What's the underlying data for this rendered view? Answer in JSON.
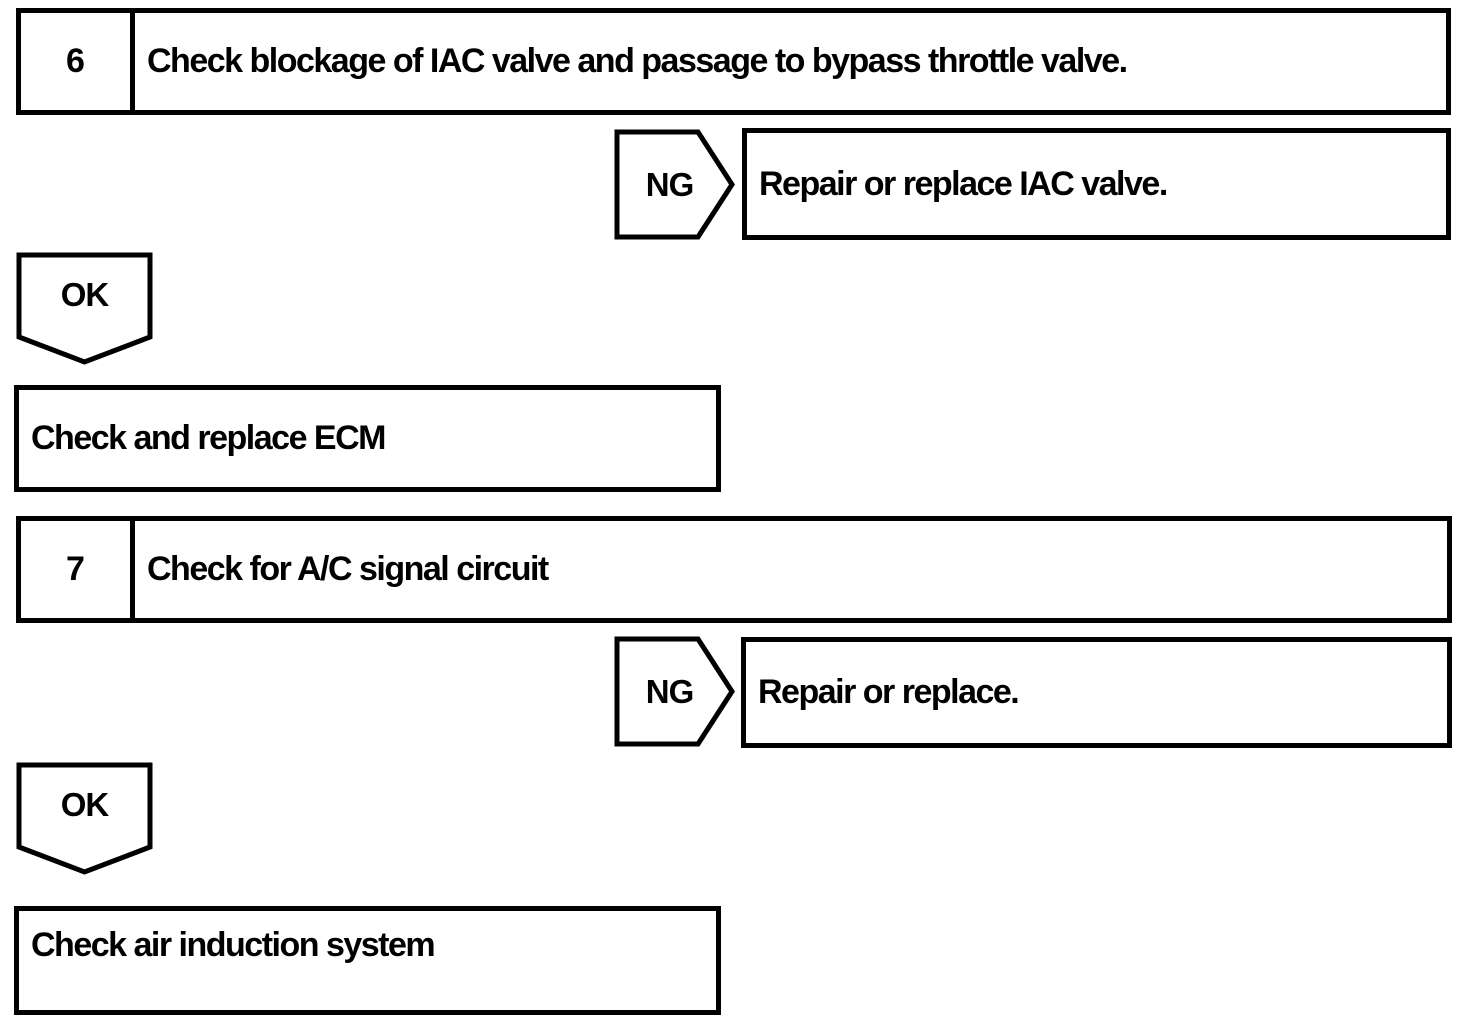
{
  "page": {
    "colors": {
      "ink": "#000000",
      "paper": "#ffffff"
    }
  },
  "nodes": {
    "step6": {
      "number": "6",
      "label": "Check blockage of IAC valve and passage to bypass throttle valve."
    },
    "ng1": {
      "label": "NG"
    },
    "ng1_action": {
      "label": "Repair or replace IAC valve."
    },
    "ok1": {
      "label": "OK"
    },
    "ok1_action": {
      "label": "Check and replace ECM"
    },
    "step7": {
      "number": "7",
      "label": "Check for A/C signal circuit"
    },
    "ng2": {
      "label": "NG"
    },
    "ng2_action": {
      "label": "Repair or replace."
    },
    "ok2": {
      "label": "OK"
    },
    "ok2_action": {
      "label": "Check air induction system"
    }
  }
}
